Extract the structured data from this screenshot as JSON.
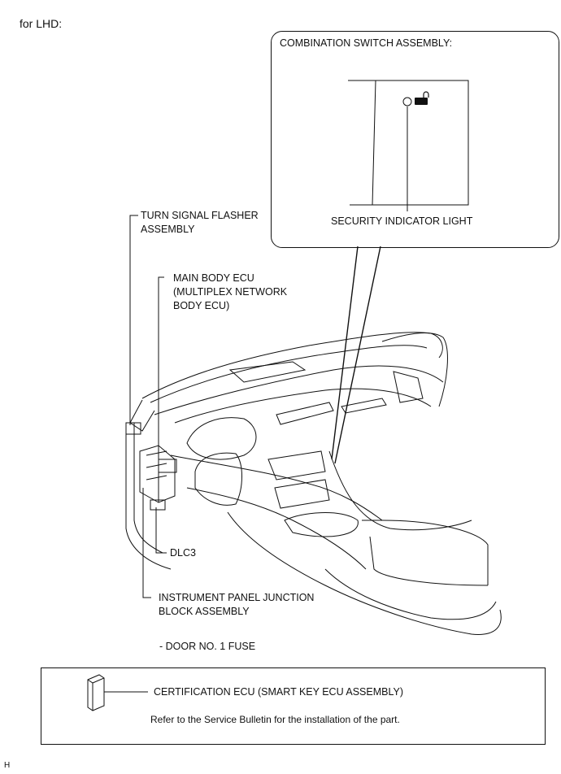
{
  "header": {
    "variant": "for LHD:"
  },
  "callout": {
    "title": "COMBINATION SWITCH ASSEMBLY:",
    "indicator_label": "SECURITY INDICATOR LIGHT"
  },
  "labels": {
    "turn_signal_line1": "TURN SIGNAL FLASHER",
    "turn_signal_line2": "ASSEMBLY",
    "main_body_line1": "MAIN BODY ECU",
    "main_body_line2": "(MULTIPLEX NETWORK",
    "main_body_line3": "BODY ECU)",
    "dlc3": "DLC3",
    "junction_line1": "INSTRUMENT PANEL JUNCTION",
    "junction_line2": "BLOCK ASSEMBLY",
    "door_fuse": "- DOOR NO. 1 FUSE"
  },
  "bulletin": {
    "ecu_name": "CERTIFICATION ECU (SMART KEY ECU ASSEMBLY)",
    "note": "Refer to the Service Bulletin for the installation of the part."
  },
  "footer": {
    "code": "H"
  },
  "icons": [
    "lock-car-icon",
    "indicator-lamp-icon",
    "certification-ecu-icon"
  ]
}
